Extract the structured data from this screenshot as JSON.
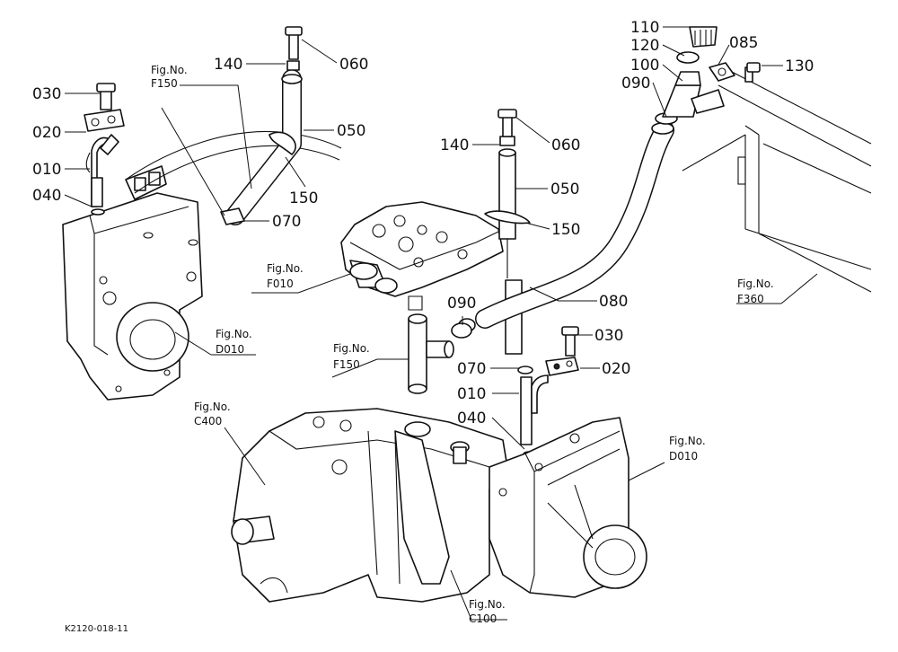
{
  "callouts": {
    "left_030": "030",
    "left_020": "020",
    "left_010": "010",
    "left_040": "040",
    "left_140": "140",
    "left_060": "060",
    "left_050": "050",
    "left_150": "150",
    "left_070": "070",
    "center_140": "140",
    "center_060": "060",
    "center_050": "050",
    "center_150": "150",
    "center_080": "080",
    "center_090": "090",
    "center_030": "030",
    "center_070": "070",
    "center_020": "020",
    "center_010": "010",
    "center_040": "040",
    "top_110": "110",
    "top_120": "120",
    "top_085": "085",
    "top_130": "130",
    "top_100": "100",
    "top_090": "090"
  },
  "figure_refs": {
    "fig_f150_top": {
      "line1": "Fig.No.",
      "line2": "F150"
    },
    "fig_f010": {
      "line1": "Fig.No.",
      "line2": "F010"
    },
    "fig_d010_left": {
      "line1": "Fig.No.",
      "line2": "D010"
    },
    "fig_f150_mid": {
      "line1": "Fig.No.",
      "line2": "F150"
    },
    "fig_c400": {
      "line1": "Fig.No.",
      "line2": "C400"
    },
    "fig_d010_right": {
      "line1": "Fig.No.",
      "line2": "D010"
    },
    "fig_f360": {
      "line1": "Fig.No.",
      "line2": "F360"
    },
    "fig_c100": {
      "line1": "Fig.No.",
      "line2": "C100"
    }
  },
  "drawing_code": "K2120-018-11"
}
